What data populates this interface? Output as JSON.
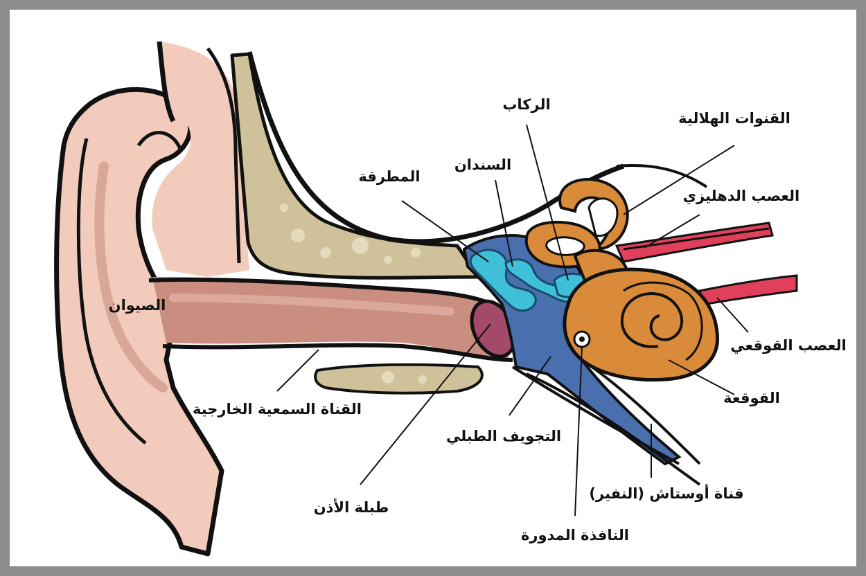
{
  "diagram": {
    "labels": {
      "semicircular_canals": "القنوات الهلالية",
      "stapes": "الركاب",
      "incus": "السندان",
      "malleus": "المطرقة",
      "vestibular_nerve": "العصب الدهليزي",
      "auricle": "الصيوان",
      "cochlear_nerve": "العصب القوقعي",
      "external_auditory_canal": "القناة السمعية الخارجية",
      "cochlea": "القوقعة",
      "tympanic_cavity": "التجويف الطبلي",
      "eustachian_tube": "قناة أوستاش (النفير)",
      "eardrum": "طبلة الأذن",
      "round_window": "النافذة المدورة"
    },
    "colors": {
      "frame": "#8c8c8c",
      "skin": "#f2cbbd",
      "skin_shadow": "#d9a797",
      "canal": "#c98e80",
      "bone": "#cfc29a",
      "eardrum": "#a34a6a",
      "ossicles": "#3fc0d8",
      "middle_ear": "#4a6fae",
      "cochlea": "#d98b3a",
      "nerve": "#e0405a"
    }
  }
}
